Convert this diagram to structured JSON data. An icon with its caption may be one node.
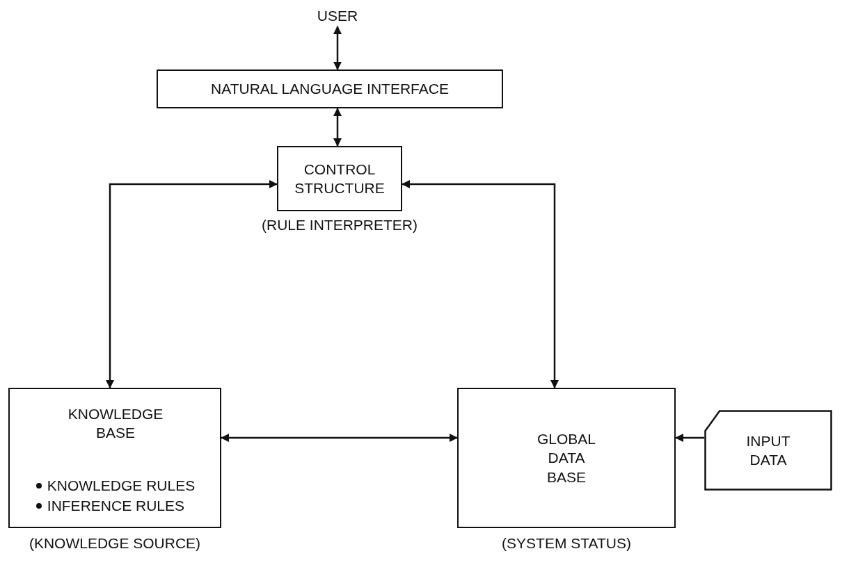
{
  "diagram": {
    "nodes": [
      {
        "text": [
          "USER"
        ]
      },
      {
        "text": [
          "NATURAL LANGUAGE INTERFACE"
        ]
      },
      {
        "text": [
          "CONTROL STRUCTURE"
        ],
        "beside": [
          "(RULE INTERPRETER)"
        ]
      },
      {
        "text": [
          "KNOWLEDGE BASE",
          "KNOWLEDGE RULES",
          "INFERENCE RULES"
        ],
        "beside": [
          "(KNOWLEDGE SOURCE)"
        ]
      },
      {
        "text": [
          "GLOBAL DATA BASE"
        ],
        "beside": [
          "(SYSTEM STATUS)"
        ]
      },
      {
        "text": [
          "INPUT DATA"
        ]
      }
    ],
    "edges": [
      {
        "from": 0,
        "to": 1,
        "arrow": "both"
      },
      {
        "from": 1,
        "to": 2,
        "arrow": "both"
      },
      {
        "from": 2,
        "to": 3,
        "arrow": "both"
      },
      {
        "from": 2,
        "to": 4,
        "arrow": "both"
      },
      {
        "from": 3,
        "to": 4,
        "arrow": "both"
      },
      {
        "from": 5,
        "to": 4,
        "arrow": "to"
      }
    ]
  }
}
